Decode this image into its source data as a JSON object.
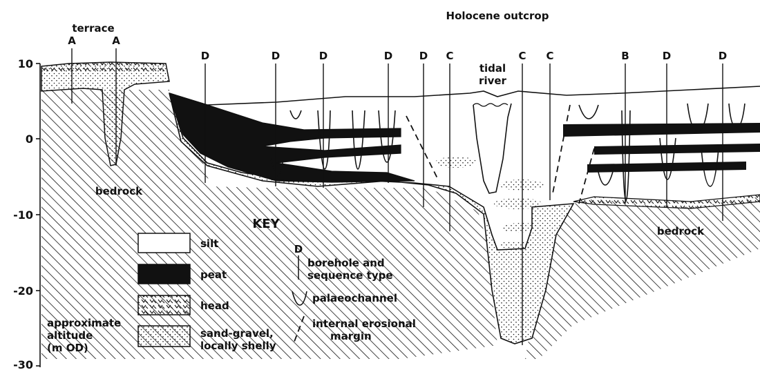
{
  "title": "Holocene outcrop",
  "axis": {
    "label_lines": [
      "approximate",
      "altitude",
      "(m OD)"
    ],
    "ticks": [
      "10",
      "0",
      "-10",
      "-20",
      "-30"
    ]
  },
  "labels": {
    "terrace": "terrace",
    "tidal_river_lines": [
      "tidal",
      "river"
    ],
    "bedrock_left": "bedrock",
    "bedrock_right": "bedrock",
    "key_title": "KEY"
  },
  "boreholes": [
    "A",
    "A",
    "D",
    "D",
    "D",
    "D",
    "D",
    "C",
    "C",
    "C",
    "B",
    "D",
    "D"
  ],
  "key": {
    "silt": "silt",
    "peat": "peat",
    "head": "head",
    "sand_lines": [
      "sand-gravel,",
      "locally shelly"
    ],
    "borehole_letter": "D",
    "borehole_lines": [
      "borehole and",
      "sequence type"
    ],
    "palaeochannel": "palaeochannel",
    "erosional_lines": [
      "internal erosional",
      "margin"
    ]
  }
}
